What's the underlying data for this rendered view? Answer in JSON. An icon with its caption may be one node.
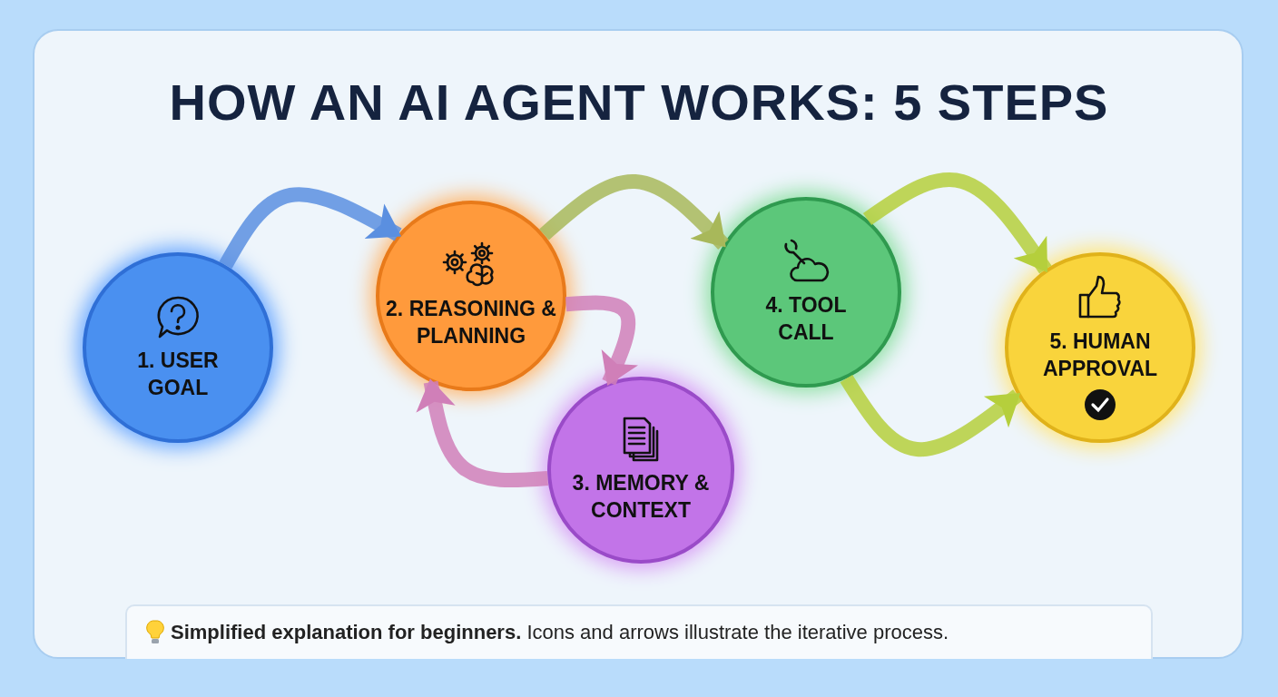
{
  "diagram": {
    "title": "HOW AN AI AGENT WORKS: 5 STEPS",
    "nodes": [
      {
        "text": [
          "1. USER GOAL"
        ]
      },
      {
        "text": [
          "2. REASONING & PLANNING"
        ]
      },
      {
        "text": [
          "3. MEMORY & CONTEXT"
        ]
      },
      {
        "text": [
          "4. TOOL CALL"
        ]
      },
      {
        "text": [
          "5. HUMAN APPROVAL"
        ]
      }
    ],
    "edges": [
      {
        "from": 0,
        "to": 1,
        "arrow": "to",
        "color": "#5a8fe0"
      },
      {
        "from": 1,
        "to": 3,
        "arrow": "to",
        "color": "#a8b85a"
      },
      {
        "from": 1,
        "to": 2,
        "arrow": "to",
        "color": "#d07fb8"
      },
      {
        "from": 2,
        "to": 1,
        "arrow": "to",
        "color": "#d07fb8"
      },
      {
        "from": 3,
        "to": 4,
        "arrow": "to",
        "color": "#b5cf3c"
      },
      {
        "from": 3,
        "to": 4,
        "arrow": "to",
        "color": "#b5cf3c"
      }
    ],
    "labels": [
      "**Simplified explanation for beginners.** Icons and arrows illustrate the iterative process."
    ]
  }
}
